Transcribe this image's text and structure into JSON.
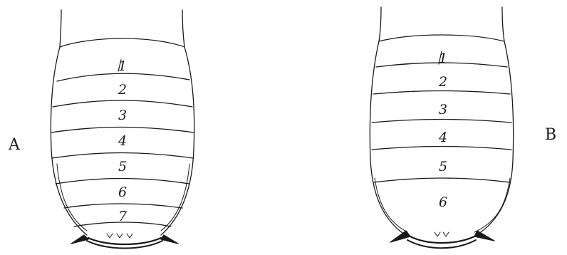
{
  "panels": [
    {
      "label": "A",
      "segments": [
        "1",
        "2",
        "3",
        "4",
        "5",
        "6",
        "7"
      ]
    },
    {
      "label": "B",
      "segments": [
        "1",
        "2",
        "3",
        "4",
        "5",
        "6"
      ]
    }
  ]
}
